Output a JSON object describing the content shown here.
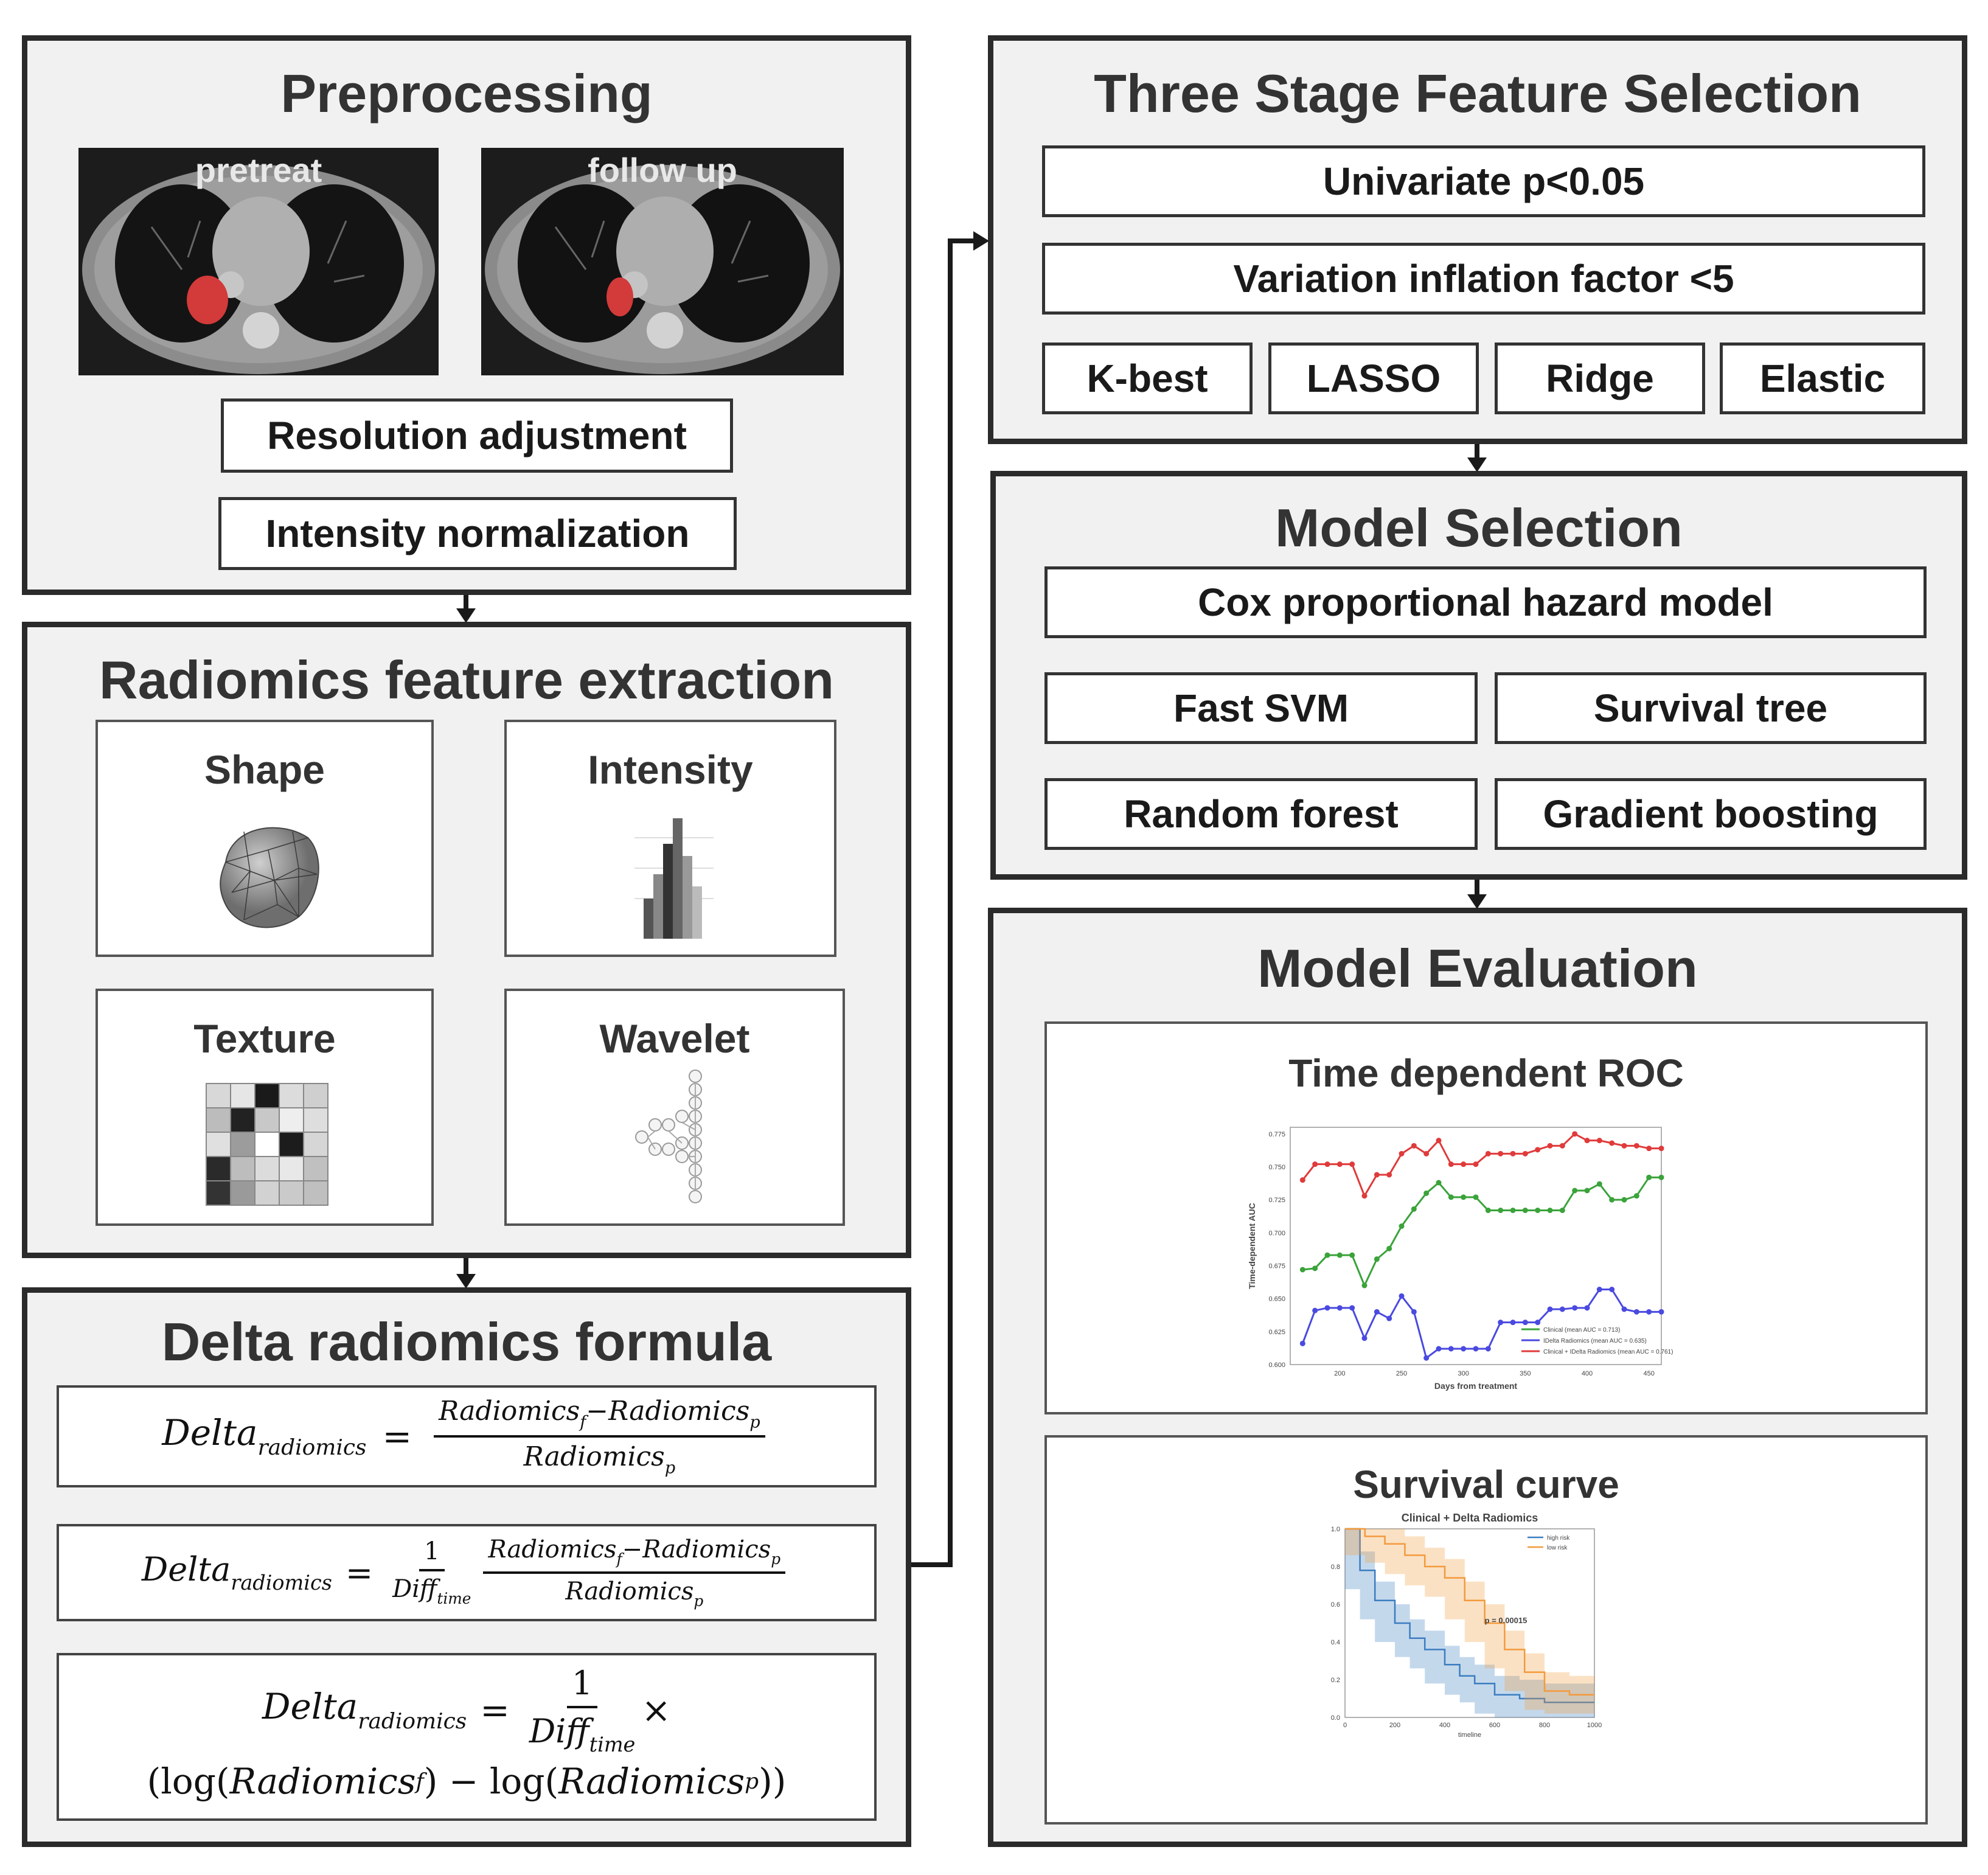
{
  "preprocessing": {
    "title": "Preprocessing",
    "images": [
      "pretreat",
      "follow up"
    ],
    "steps": [
      "Resolution adjustment",
      "Intensity normalization"
    ]
  },
  "extraction": {
    "title": "Radiomics feature extraction",
    "features": [
      "Shape",
      "Intensity",
      "Texture",
      "Wavelet"
    ]
  },
  "formula": {
    "title": "Delta radiomics formula",
    "lhs": "Delta",
    "lhs_sub": "radiomics",
    "radiomics": "Radiomics",
    "sub_f": "f",
    "sub_p": "p",
    "diff": "Diff",
    "diff_sub": "time",
    "one": "1",
    "equals": "=",
    "minus": "−",
    "times": "×",
    "log_open": "(log(",
    "log_mid": ") − log(",
    "log_close": "))"
  },
  "feature_selection": {
    "title": "Three Stage Feature Selection",
    "stage1": "Univariate p<0.05",
    "stage2": "Variation inflation factor <5",
    "methods": [
      "K-best",
      "LASSO",
      "Ridge",
      "Elastic"
    ]
  },
  "model_selection": {
    "title": "Model Selection",
    "main": "Cox proportional hazard model",
    "models": [
      "Fast SVM",
      "Survival tree",
      "Random forest",
      "Gradient boosting"
    ]
  },
  "evaluation": {
    "title": "Model Evaluation",
    "roc_title": "Time dependent ROC",
    "survival_title": "Survival curve"
  },
  "chart_data": [
    {
      "type": "line",
      "ylabel": "Time-dependent AUC",
      "xlabel": "Days from treatment",
      "x_ticks": [
        "200",
        "250",
        "300",
        "350",
        "400",
        "450"
      ],
      "y_ticks": [
        "0.600",
        "0.625",
        "0.650",
        "0.675",
        "0.700",
        "0.725",
        "0.750",
        "0.775"
      ],
      "xlim": [
        160,
        460
      ],
      "ylim": [
        0.6,
        0.78
      ],
      "x": [
        170,
        180,
        190,
        200,
        210,
        220,
        230,
        240,
        250,
        260,
        270,
        280,
        290,
        300,
        310,
        320,
        330,
        340,
        350,
        360,
        370,
        380,
        390,
        400,
        410,
        420,
        430,
        440,
        450,
        460
      ],
      "series": [
        {
          "name": "Clinical (mean AUC = 0.713)",
          "color": "#3aa33a",
          "values": [
            0.672,
            0.673,
            0.683,
            0.683,
            0.683,
            0.66,
            0.68,
            0.688,
            0.705,
            0.718,
            0.73,
            0.738,
            0.727,
            0.727,
            0.727,
            0.717,
            0.717,
            0.717,
            0.717,
            0.717,
            0.717,
            0.717,
            0.732,
            0.732,
            0.737,
            0.725,
            0.725,
            0.728,
            0.742,
            0.742
          ]
        },
        {
          "name": "IDelta Radiomics (mean AUC = 0.635)",
          "color": "#4a4ae0",
          "values": [
            0.616,
            0.641,
            0.643,
            0.643,
            0.643,
            0.62,
            0.64,
            0.635,
            0.652,
            0.64,
            0.605,
            0.612,
            0.612,
            0.612,
            0.612,
            0.612,
            0.632,
            0.632,
            0.632,
            0.632,
            0.642,
            0.642,
            0.643,
            0.643,
            0.657,
            0.657,
            0.642,
            0.64,
            0.64,
            0.64
          ]
        },
        {
          "name": "Clinical + IDelta Radiomics (mean AUC = 0.761)",
          "color": "#e03b3b",
          "values": [
            0.74,
            0.752,
            0.752,
            0.752,
            0.752,
            0.728,
            0.744,
            0.744,
            0.76,
            0.766,
            0.76,
            0.77,
            0.752,
            0.752,
            0.752,
            0.76,
            0.76,
            0.76,
            0.76,
            0.763,
            0.766,
            0.766,
            0.775,
            0.77,
            0.77,
            0.768,
            0.766,
            0.766,
            0.764,
            0.764
          ]
        }
      ]
    },
    {
      "type": "line",
      "title": "Clinical + Delta Radiomics",
      "xlabel": "timeline",
      "annotation": "p = 0.00015",
      "x_ticks": [
        "0",
        "200",
        "400",
        "600",
        "800",
        "1000"
      ],
      "y_ticks": [
        "0.0",
        "0.2",
        "0.4",
        "0.6",
        "0.8",
        "1.0"
      ],
      "xlim": [
        0,
        1000
      ],
      "ylim": [
        0,
        1.0
      ],
      "series": [
        {
          "name": "high risk",
          "color": "#3c7dc0",
          "x": [
            0,
            60,
            120,
            200,
            260,
            320,
            400,
            460,
            520,
            600,
            700,
            800,
            1000
          ],
          "y": [
            1.0,
            0.78,
            0.62,
            0.5,
            0.42,
            0.36,
            0.28,
            0.22,
            0.18,
            0.12,
            0.1,
            0.08,
            0.08
          ]
        },
        {
          "name": "low risk",
          "color": "#f39a3c",
          "x": [
            0,
            80,
            160,
            240,
            320,
            400,
            480,
            560,
            640,
            720,
            800,
            900,
            1000
          ],
          "y": [
            1.0,
            0.96,
            0.92,
            0.86,
            0.8,
            0.74,
            0.62,
            0.5,
            0.36,
            0.24,
            0.14,
            0.12,
            0.12
          ]
        }
      ]
    }
  ]
}
